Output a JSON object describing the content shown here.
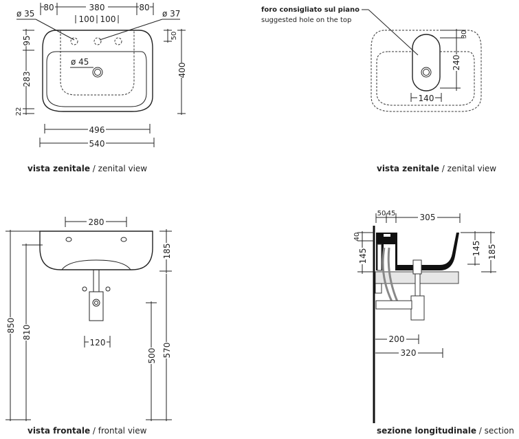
{
  "top_left": {
    "caption_bold": "vista zenitale",
    "caption_rest": " / zenital view",
    "dims": {
      "left_80": "80",
      "center_380": "380",
      "right_80": "80",
      "tap_100a": "100",
      "tap_100b": "100",
      "dia_35": "ø 35",
      "dia_37": "ø 37",
      "dia_45": "ø 45",
      "h_95": "95",
      "h_283": "283",
      "h_22": "22",
      "h_50": "50",
      "h_400": "400",
      "w_496": "496",
      "w_540": "540"
    }
  },
  "top_right": {
    "caption_bold": "vista zenitale",
    "caption_rest": " / zenital view",
    "note_it": "foro consigliato sul piano",
    "note_en": "suggested hole on the top",
    "dims": {
      "h_30": "30",
      "h_240": "240",
      "w_140": "140"
    }
  },
  "bottom_left": {
    "caption_bold": "vista frontale",
    "caption_rest": " / frontal view",
    "dims": {
      "w_280": "280",
      "h_185": "185",
      "w_120": "120",
      "h_850": "850",
      "h_810": "810",
      "h_500": "500",
      "h_570": "570"
    }
  },
  "bottom_right": {
    "caption_bold": "sezione longitudinale",
    "caption_rest": " / section",
    "dims": {
      "w_50": "50",
      "w_45": "45",
      "w_305": "305",
      "h_40": "40",
      "h_145a": "145",
      "h_145b": "145",
      "h_185": "185",
      "w_200": "200",
      "w_320": "320"
    }
  }
}
